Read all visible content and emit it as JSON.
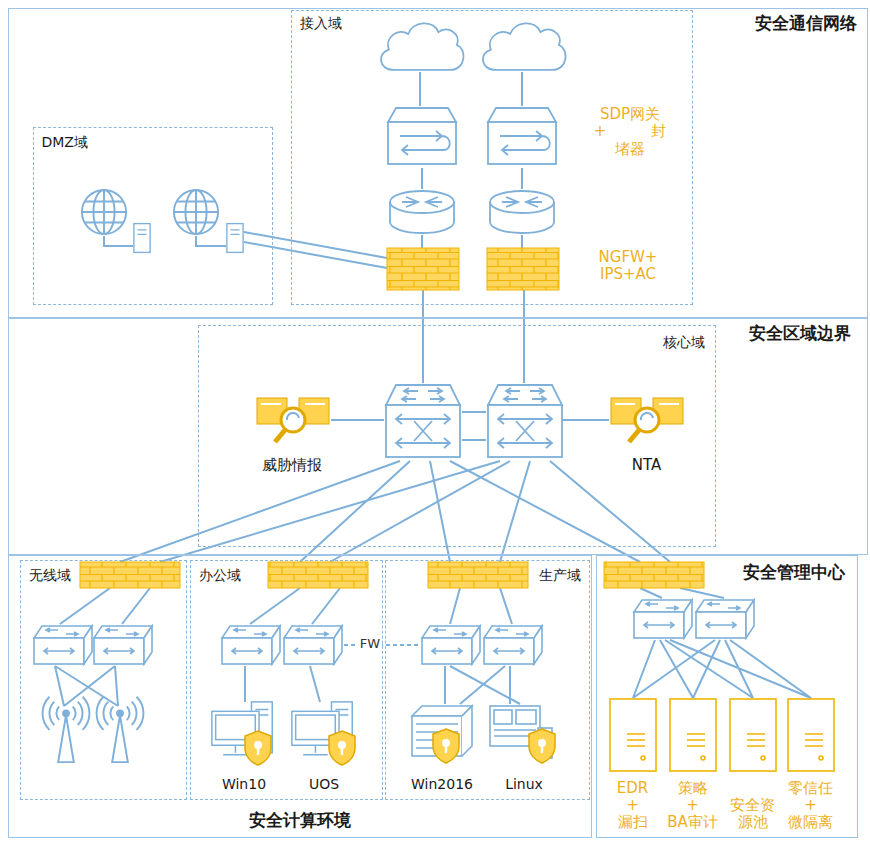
{
  "diagram": {
    "nodes": [
      {
        "text": [
          "安全通信网络"
        ]
      },
      {
        "text": [
          "接入域"
        ],
        "in": 0
      },
      {
        "text": [
          "DMZ域"
        ],
        "in": 0
      },
      {
        "text": [
          "安全区域边界"
        ]
      },
      {
        "text": [
          "核心域"
        ],
        "in": 3
      },
      {
        "text": [
          "威胁情报"
        ],
        "in": 4
      },
      {
        "text": [
          "NTA"
        ],
        "in": 4
      },
      {
        "text": [
          "安全计算环境"
        ]
      },
      {
        "text": [
          "无线域"
        ],
        "in": 7
      },
      {
        "text": [
          "办公域"
        ],
        "in": 7
      },
      {
        "text": [
          "生产域"
        ],
        "in": 7
      },
      {
        "text": [
          "Win10"
        ],
        "in": 9
      },
      {
        "text": [
          "UOS"
        ],
        "in": 9
      },
      {
        "text": [
          "Win2016"
        ],
        "in": 10
      },
      {
        "text": [
          "Linux"
        ],
        "in": 10
      },
      {
        "text": [
          "安全管理中心"
        ]
      },
      {
        "text": [
          "EDR + 漏扫"
        ],
        "in": 15
      },
      {
        "text": [
          "策略 + BA审计"
        ],
        "in": 15
      },
      {
        "text": [
          "安全资源池"
        ],
        "in": 15
      },
      {
        "text": [
          "零信任 + 微隔离"
        ],
        "in": 15
      }
    ],
    "labels": [
      "SDP网关 + 封堵器",
      "NGFW+ IPS+AC",
      "FW"
    ]
  }
}
